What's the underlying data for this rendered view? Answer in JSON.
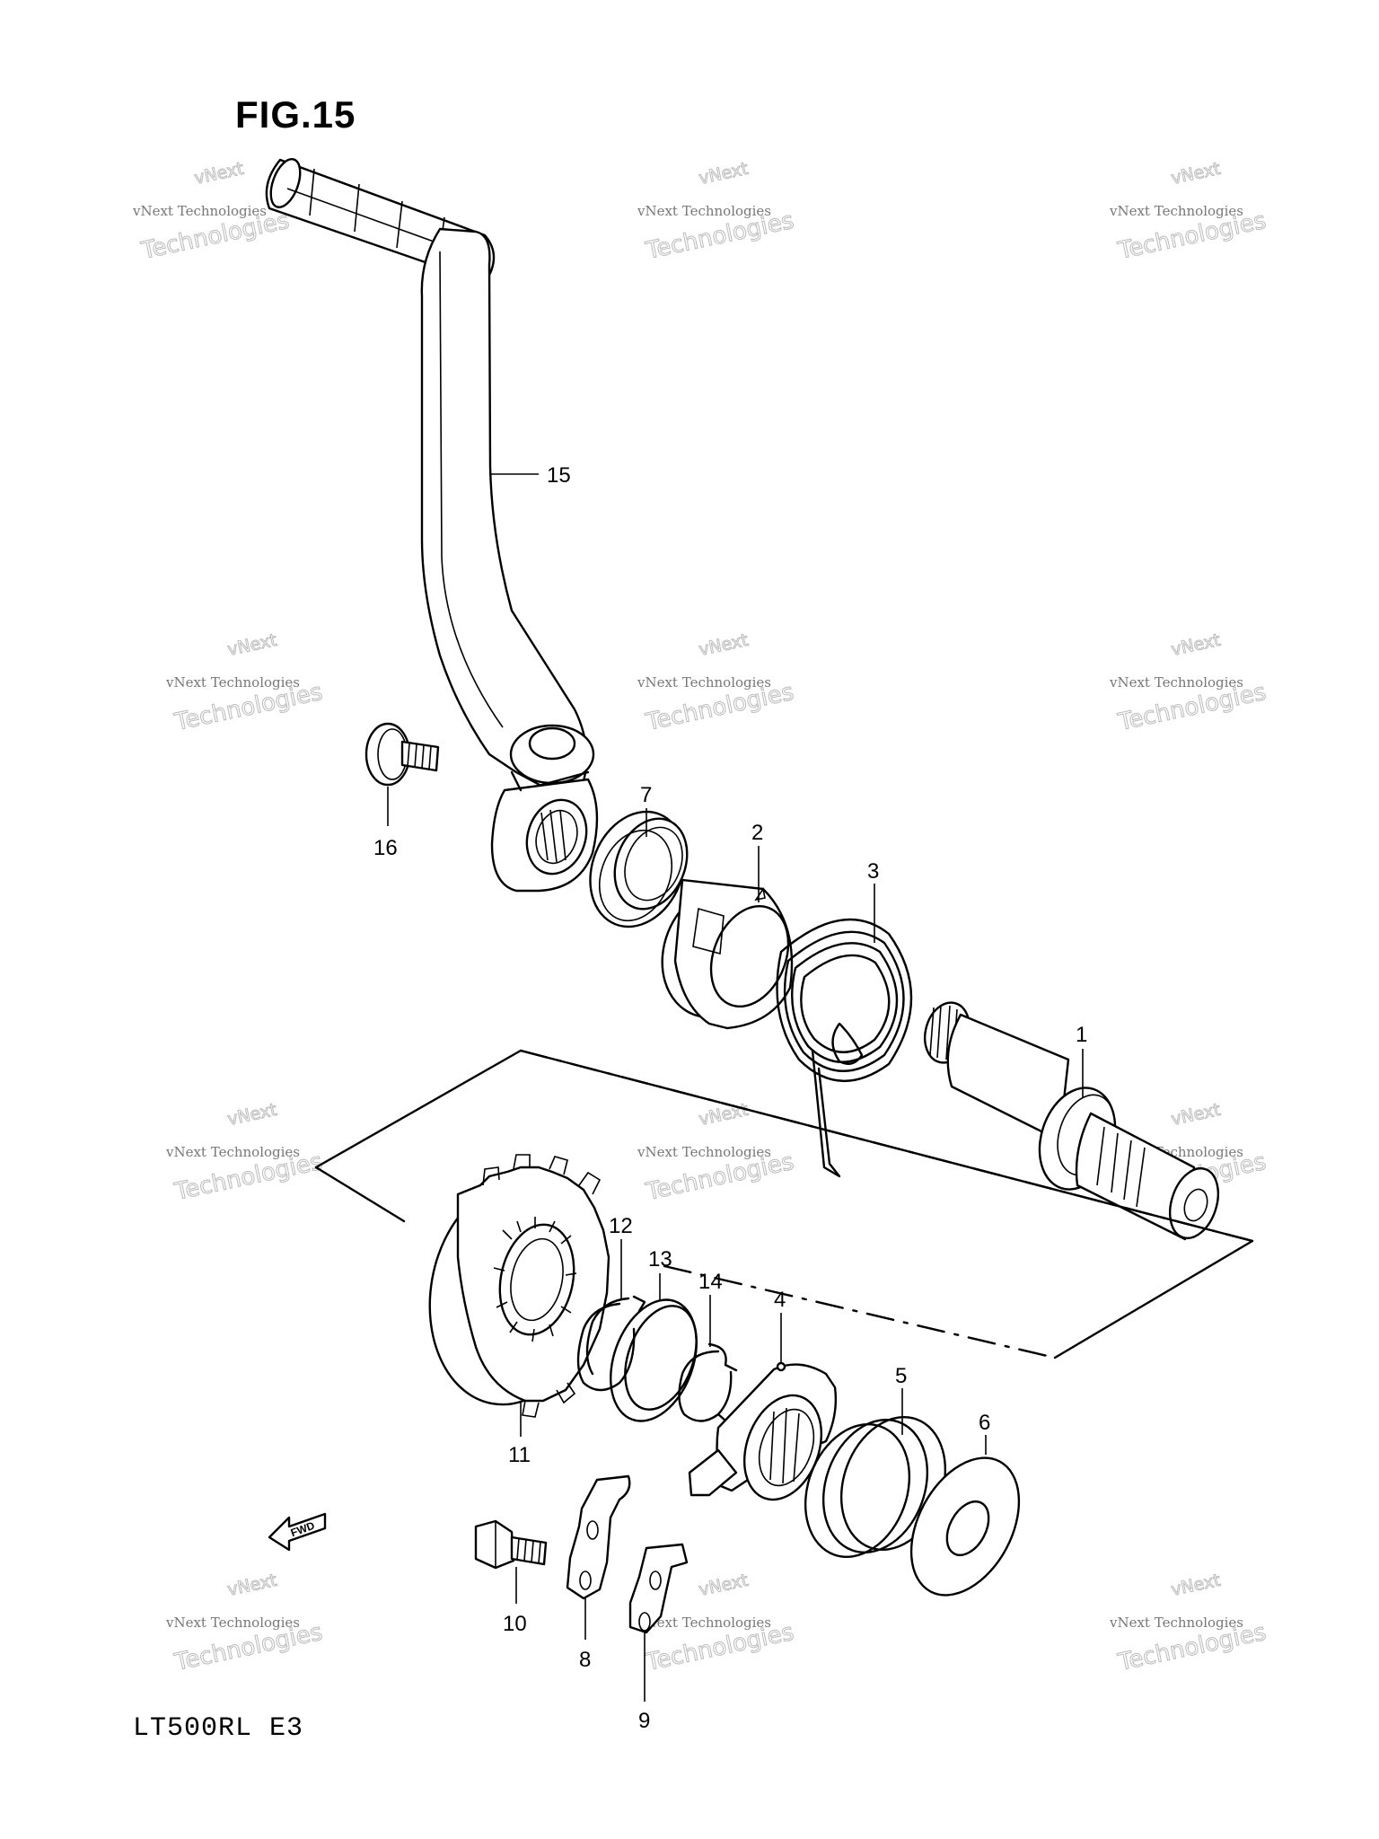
{
  "figure_title": "FIG.15",
  "model_code": "LT500RL  E3",
  "fwd_label": "FWD",
  "watermark": {
    "line1": "vNext",
    "line2": "vNext Technologies",
    "line3": "Technologies"
  },
  "callouts": {
    "p1": "1",
    "p2": "2",
    "p3": "3",
    "p4": "4",
    "p5": "5",
    "p6": "6",
    "p7": "7",
    "p8": "8",
    "p9": "9",
    "p10": "10",
    "p11": "11",
    "p12": "12",
    "p13": "13",
    "p14": "14",
    "p15": "15",
    "p16": "16"
  }
}
